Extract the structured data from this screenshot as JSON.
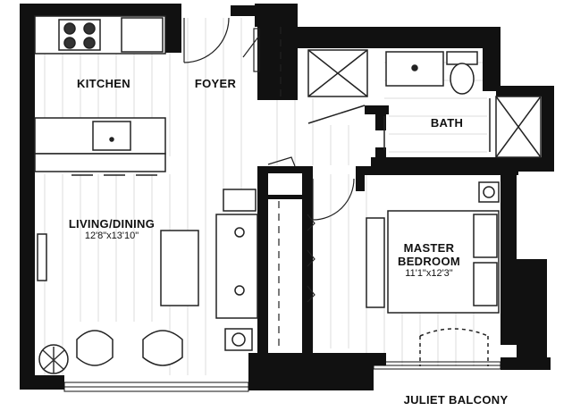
{
  "rooms": {
    "kitchen": {
      "name": "KITCHEN"
    },
    "foyer": {
      "name": "FOYER"
    },
    "bath": {
      "name": "BATH"
    },
    "living": {
      "name": "LIVING/DINING",
      "dim": "12'8\"x13'10\""
    },
    "bedroom": {
      "name_line1": "MASTER",
      "name_line2": "BEDROOM",
      "dim": "11'1\"x12'3\""
    },
    "balcony": {
      "name": "JULIET BALCONY"
    }
  },
  "colors": {
    "wall": "#111111",
    "floor_line": "#d9d9d9",
    "fixture": "#222222"
  }
}
